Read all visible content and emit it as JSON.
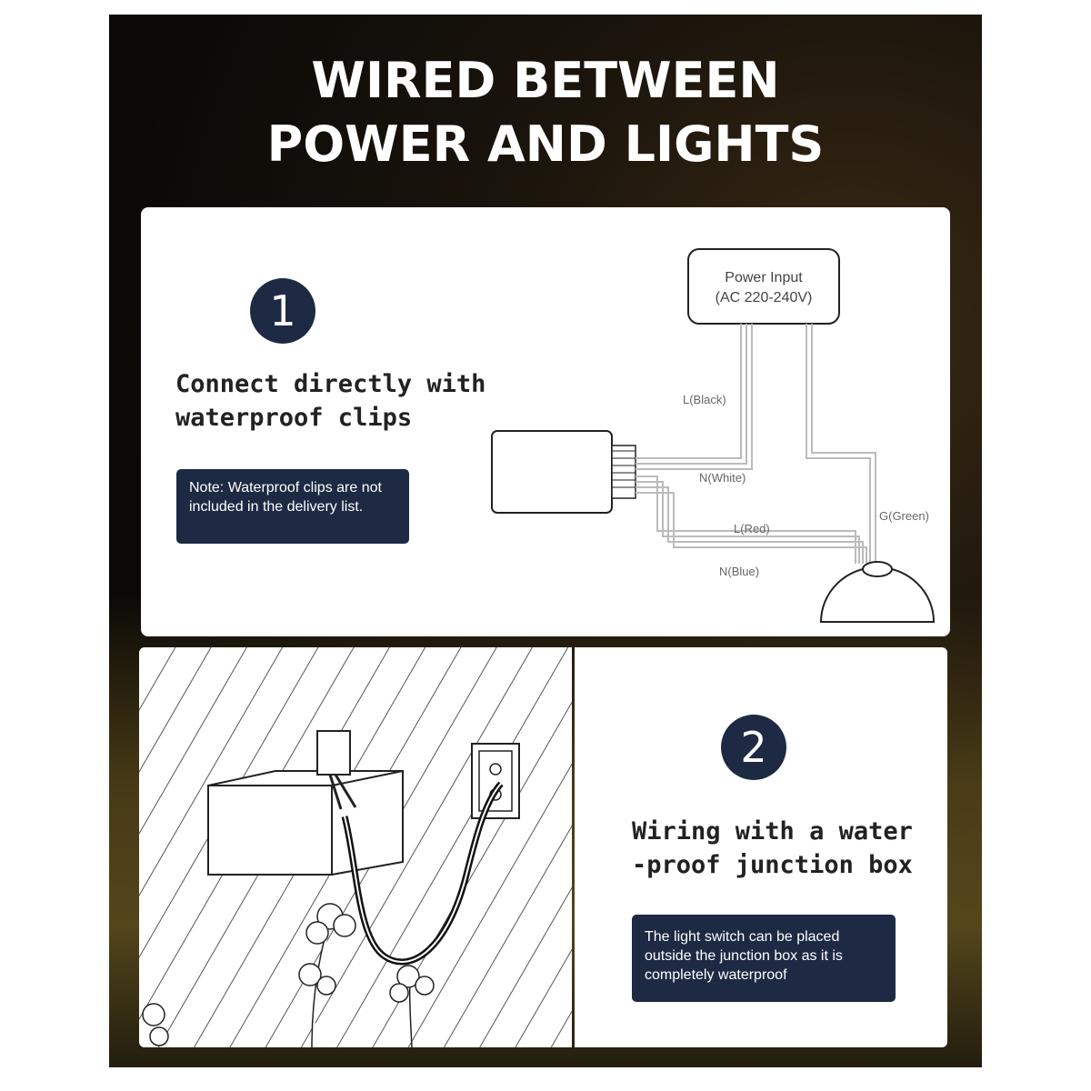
{
  "title": {
    "line1": "WIRED BETWEEN",
    "line2": "POWER AND LIGHTS"
  },
  "step1": {
    "number": "1",
    "heading_line1": "Connect directly with",
    "heading_line2": "waterproof clips",
    "note": "Note: Waterproof clips are not included in the delivery list.",
    "power_line1": "Power Input",
    "power_line2": "(AC 220-240V)",
    "wires": {
      "l_black": "L(Black)",
      "n_white": "N(White)",
      "l_red": "L(Red)",
      "n_blue": "N(Blue)",
      "g_green": "G(Green)"
    }
  },
  "step2": {
    "number": "2",
    "heading_line1": "Wiring with a water",
    "heading_line2": "-proof junction box",
    "note": "The light switch can be placed outside the junction box as it is completely waterproof"
  },
  "colors": {
    "navy": "#1e2a44",
    "panel": "#ffffff"
  }
}
